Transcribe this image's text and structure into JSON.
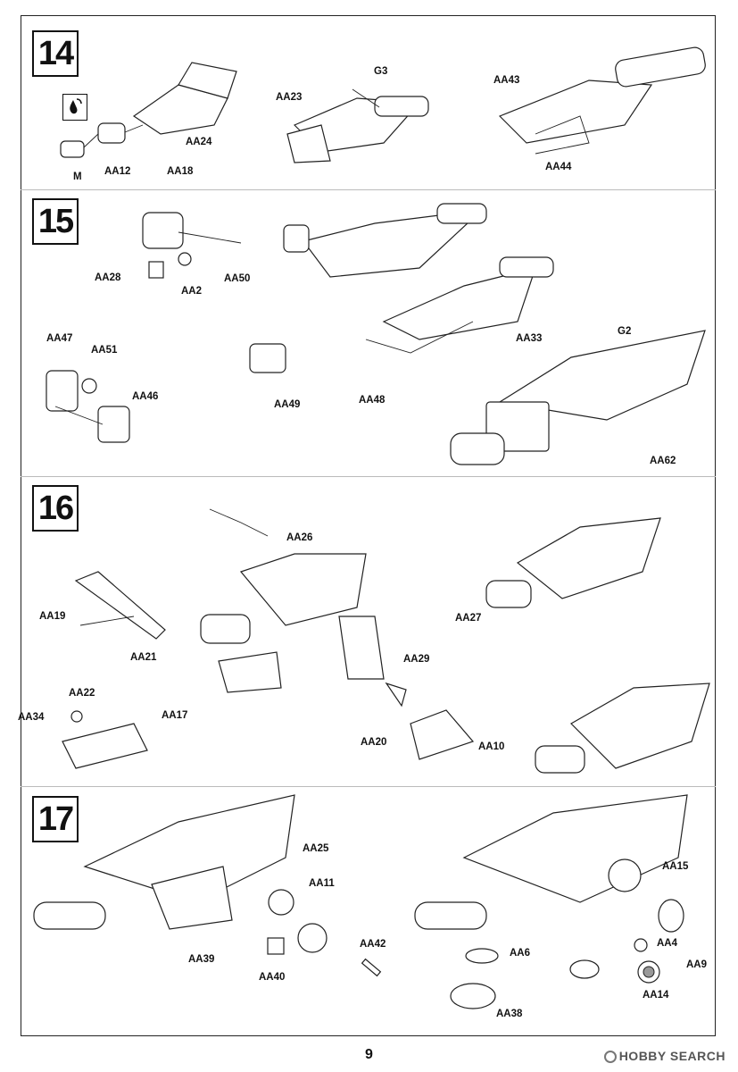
{
  "steps": [
    {
      "number": "14",
      "labels": [
        "AA24",
        "AA12",
        "AA18",
        "M",
        "AA23",
        "G3",
        "AA43",
        "AA44"
      ]
    },
    {
      "number": "15",
      "labels": [
        "AA28",
        "AA2",
        "AA50",
        "AA47",
        "AA51",
        "AA46",
        "AA49",
        "AA48",
        "AA33",
        "G2",
        "AA62"
      ]
    },
    {
      "number": "16",
      "labels": [
        "AA26",
        "AA19",
        "AA21",
        "AA29",
        "AA27",
        "AA22",
        "AA17",
        "AA34",
        "AA20",
        "AA10"
      ]
    },
    {
      "number": "17",
      "labels": [
        "AA25",
        "AA11",
        "AA39",
        "AA40",
        "AA42",
        "AA15",
        "AA6",
        "AA4",
        "AA9",
        "AA14",
        "AA38"
      ]
    }
  ],
  "page_number": "9",
  "watermark": "HOBBY SEARCH",
  "icons": {
    "glue": "glue-drop-icon"
  }
}
